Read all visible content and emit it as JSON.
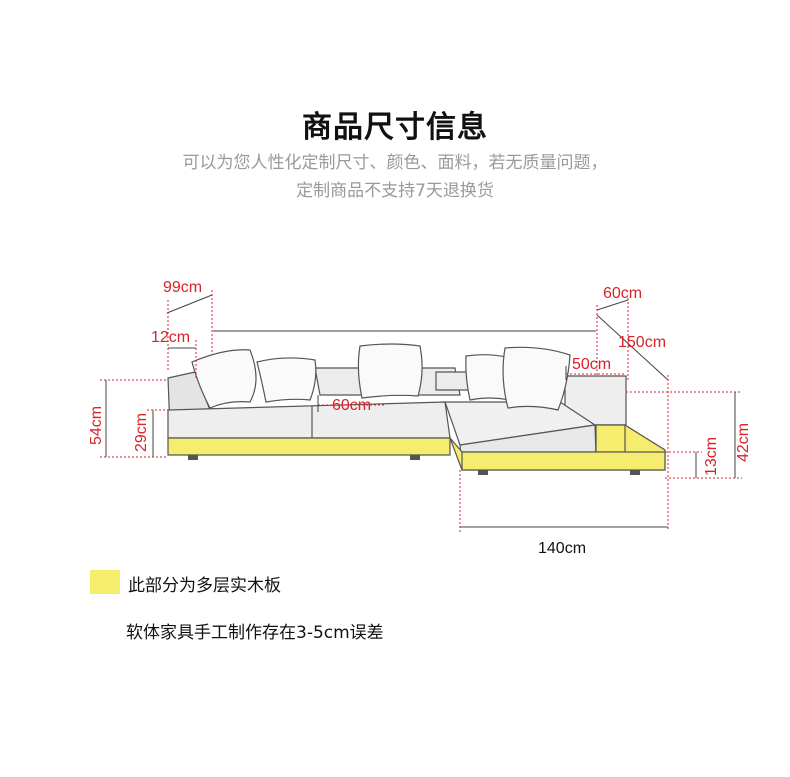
{
  "title": "商品尺寸信息",
  "subtitle_line1": "可以为您人性化定制尺寸、颜色、面料，若无质量问题，",
  "subtitle_line2": "定制商品不支持7天退换货",
  "dimensions": {
    "top_depth": "99cm",
    "arm_width": "12cm",
    "seat_depth": "60cm",
    "total_height": "54cm",
    "seat_height": "29cm",
    "chaise_width": "60cm",
    "chaise_length": "150cm",
    "side_table": "50cm",
    "chaise_height": "42cm",
    "base_height": "13cm",
    "front_length": "140cm"
  },
  "legend": {
    "swatch_color": "#f6ec6d",
    "label": "此部分为多层实木板"
  },
  "note": "软体家具手工制作存在3-5cm误差",
  "colors": {
    "dimension_red": "#d9232b",
    "wood_yellow": "#f6ec6d",
    "outline": "#444444"
  }
}
